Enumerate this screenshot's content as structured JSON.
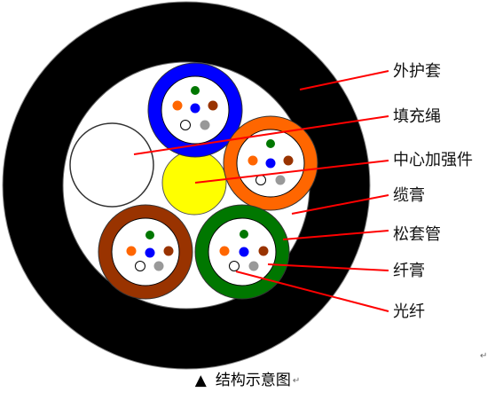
{
  "colors": {
    "outer_jacket": "#000000",
    "cable_core": "#ffffff",
    "filler": "#ffffff",
    "strength_member": "#ffff00",
    "tube_blue": "#0000ff",
    "tube_orange": "#ff6600",
    "tube_brown": "#993300",
    "tube_green": "#007700",
    "fiber_green": "#007700",
    "fiber_blue": "#0000ff",
    "fiber_orange": "#ff6600",
    "fiber_brown": "#993300",
    "fiber_white": "#ffffff",
    "fiber_gray": "#999999",
    "leader_line": "#ff0000"
  },
  "labels": {
    "outer_sheath": "外护套",
    "filler_rope": "填充绳",
    "central_strength_member": "中心加强件",
    "cable_filling_gel": "缆膏",
    "loose_tube": "松套管",
    "fiber_gel": "纤膏",
    "optical_fiber": "光纤"
  },
  "paragraph_mark": "↵",
  "caption": {
    "marker": "▲",
    "text": "结构示意图",
    "return_mark": "↵"
  }
}
